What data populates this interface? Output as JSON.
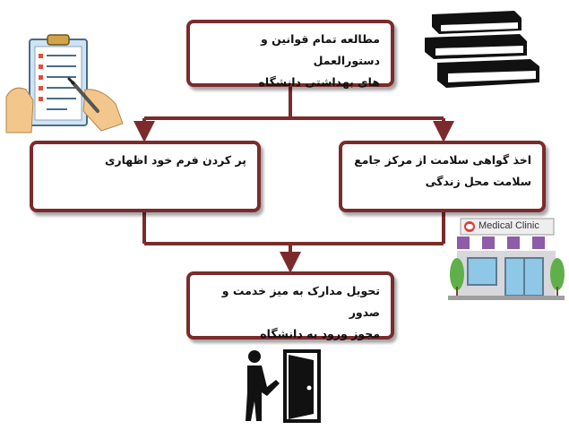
{
  "boxes": {
    "rules": {
      "line1": "مطالعه تمام قوانین و دستورالعمل",
      "line2": "های بهداشتی دانشگاه"
    },
    "form": {
      "line1": "پر کردن فرم خود اظهاری",
      "line2": ""
    },
    "certificate": {
      "line1": "اخذ گواهی سلامت از مرکز جامع",
      "line2": "سلامت محل زندگی"
    },
    "final": {
      "line1": "تحویل مدارک به میز خدمت و صدور",
      "line2": "مجوز ورود به دانشگاه"
    }
  },
  "clinic_sign": "Medical Clinic",
  "icons": {
    "books": "books-icon",
    "form": "clipboard-form-icon",
    "clinic": "medical-clinic-icon",
    "entry": "person-entering-door-icon"
  },
  "colors": {
    "box_border": "#7b2b2b",
    "connector": "#7b2b2b"
  }
}
